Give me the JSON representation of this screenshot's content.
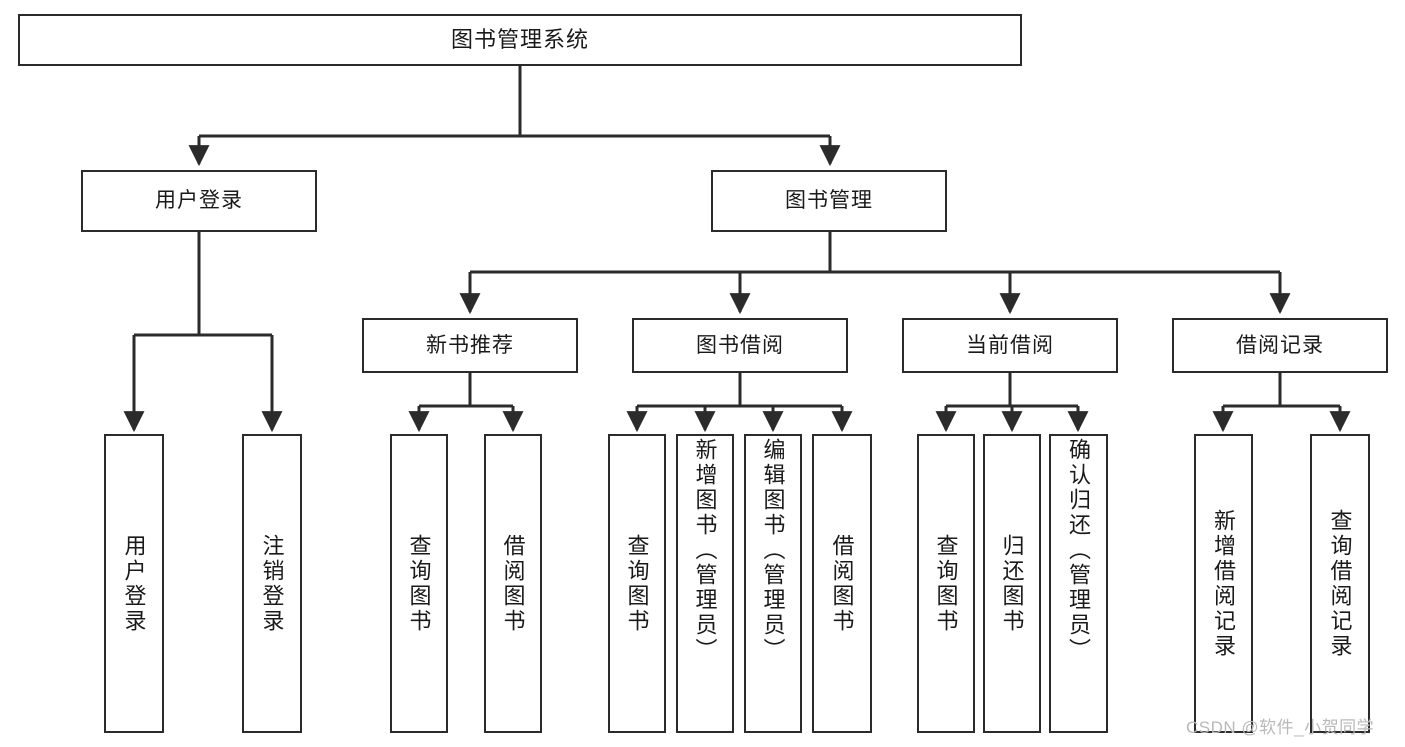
{
  "diagram": {
    "title": "图书管理系统",
    "type": "tree-hierarchy-diagram",
    "background_color": "#ffffff",
    "border_color": "#2b2b2b",
    "text_color": "#1a1a1a"
  },
  "nodes": {
    "root": {
      "label": "图书管理系统"
    },
    "level2": [
      {
        "id": "user-login",
        "label": "用户登录"
      },
      {
        "id": "book-management",
        "label": "图书管理"
      }
    ],
    "level3": [
      {
        "id": "new-book-recommend",
        "label": "新书推荐"
      },
      {
        "id": "book-borrow",
        "label": "图书借阅"
      },
      {
        "id": "current-borrow",
        "label": "当前借阅"
      },
      {
        "id": "borrow-record",
        "label": "借阅记录"
      }
    ],
    "leaves": {
      "user_login": [
        {
          "id": "leaf-user-login",
          "label": "用户登录"
        },
        {
          "id": "leaf-logout-login",
          "label": "注销登录"
        }
      ],
      "new_book_recommend": [
        {
          "id": "leaf-query-book-1",
          "label": "查询图书"
        },
        {
          "id": "leaf-borrow-book-1",
          "label": "借阅图书"
        }
      ],
      "book_borrow": [
        {
          "id": "leaf-query-book-2",
          "label": "查询图书"
        },
        {
          "id": "leaf-add-book",
          "label": "新增图书（管理员）"
        },
        {
          "id": "leaf-edit-book",
          "label": "编辑图书（管理员）"
        },
        {
          "id": "leaf-borrow-book-2",
          "label": "借阅图书"
        }
      ],
      "current_borrow": [
        {
          "id": "leaf-query-book-3",
          "label": "查询图书"
        },
        {
          "id": "leaf-return-book",
          "label": "归还图书"
        },
        {
          "id": "leaf-confirm-return",
          "label": "确认归还（管理员）"
        }
      ],
      "borrow_record": [
        {
          "id": "leaf-add-borrow-record",
          "label": "新增借阅记录"
        },
        {
          "id": "leaf-query-borrow-record",
          "label": "查询借阅记录"
        }
      ]
    }
  },
  "watermark": {
    "text": "CSDN @软件_小贺同学"
  }
}
